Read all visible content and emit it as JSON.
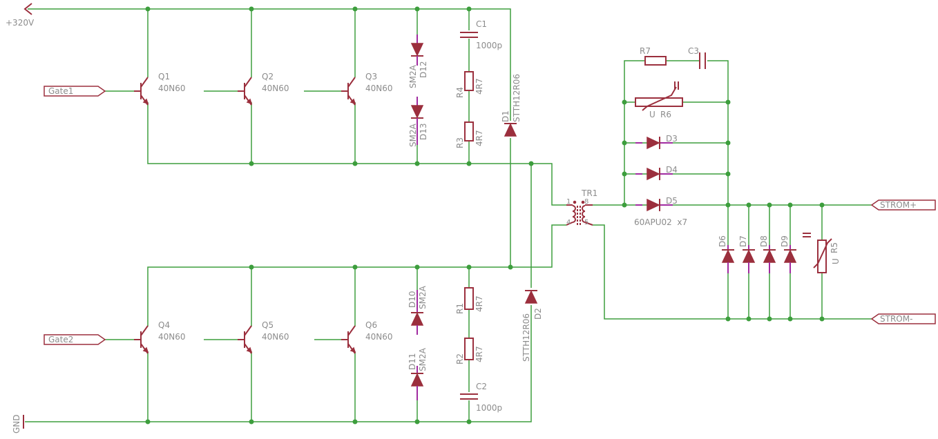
{
  "nets": {
    "v320": "+320V",
    "gnd": "GND",
    "gate1": "Gate1",
    "gate2": "Gate2",
    "strom_plus": "STROM+",
    "strom_minus": "STROM-"
  },
  "transistors": [
    {
      "ref": "Q1",
      "value": "40N60"
    },
    {
      "ref": "Q2",
      "value": "40N60"
    },
    {
      "ref": "Q3",
      "value": "40N60"
    },
    {
      "ref": "Q4",
      "value": "40N60"
    },
    {
      "ref": "Q5",
      "value": "40N60"
    },
    {
      "ref": "Q6",
      "value": "40N60"
    }
  ],
  "tvs": [
    {
      "ref": "D12",
      "value": "SM2A"
    },
    {
      "ref": "D13",
      "value": "SM2A"
    },
    {
      "ref": "D10",
      "value": "SM2A"
    },
    {
      "ref": "D11",
      "value": "SM2A"
    }
  ],
  "capacitors": [
    {
      "ref": "C1",
      "value": "1000p"
    },
    {
      "ref": "C2",
      "value": "1000p"
    },
    {
      "ref": "C3",
      "value": ""
    }
  ],
  "resistors": [
    {
      "ref": "R4",
      "value": "4R7"
    },
    {
      "ref": "R3",
      "value": "4R7"
    },
    {
      "ref": "R1",
      "value": "4R7"
    },
    {
      "ref": "R2",
      "value": "4R7"
    },
    {
      "ref": "R7",
      "value": ""
    }
  ],
  "fast_diodes": [
    {
      "ref": "D1",
      "value": "STTH12R06"
    },
    {
      "ref": "D2",
      "value": "STTH12R06"
    }
  ],
  "transformer": {
    "ref": "TR1",
    "pin1": "1",
    "pin8": "8",
    "pin4": "4",
    "pin5": "5"
  },
  "varistors": [
    {
      "ref": "R6",
      "u": "U"
    },
    {
      "ref": "R5",
      "u": "U"
    }
  ],
  "rect_diodes": [
    {
      "ref": "D3"
    },
    {
      "ref": "D4"
    },
    {
      "ref": "D5"
    },
    {
      "ref": "D6"
    },
    {
      "ref": "D7"
    },
    {
      "ref": "D8"
    },
    {
      "ref": "D9"
    }
  ],
  "rect_note": "60APU02  x7"
}
